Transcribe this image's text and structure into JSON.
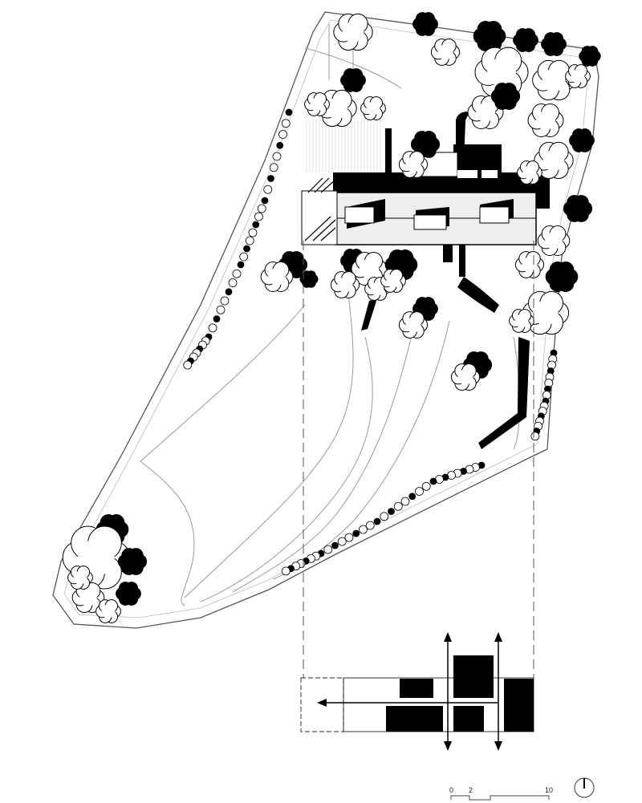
{
  "drawing": {
    "type": "site plan",
    "scale_bar": {
      "labels": [
        "0",
        "2",
        "10"
      ]
    },
    "north_arrow": "north-arrow-icon",
    "colors": {
      "ink": "#000000",
      "paper": "#ffffff",
      "path": "#9a9a9a"
    }
  }
}
